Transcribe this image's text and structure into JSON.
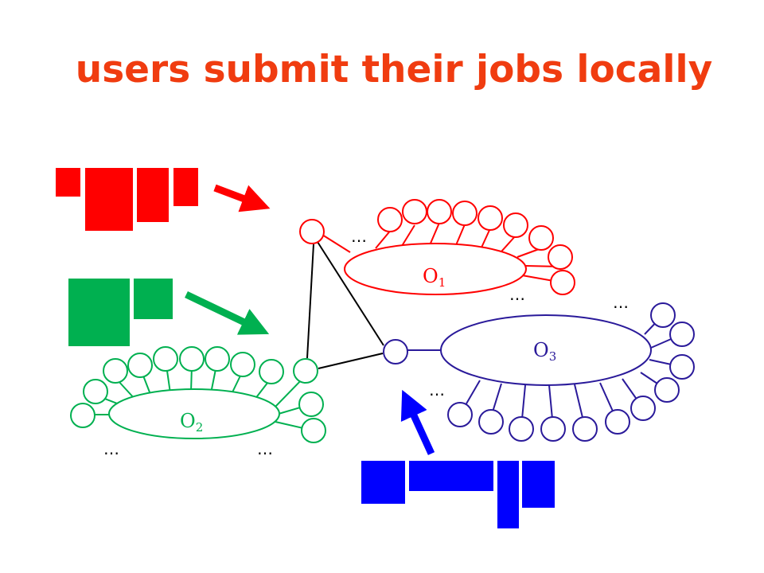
{
  "title": "users submit their jobs locally",
  "colors": {
    "red": "#ff0000",
    "green": "#00b050",
    "blue": "#0000ff",
    "navy": "#2a1a9a",
    "title": "#f03c10"
  },
  "organizations": [
    {
      "base": "O",
      "sub": "1"
    },
    {
      "base": "O",
      "sub": "2"
    },
    {
      "base": "O",
      "sub": "3"
    }
  ],
  "ellipsis": "…"
}
